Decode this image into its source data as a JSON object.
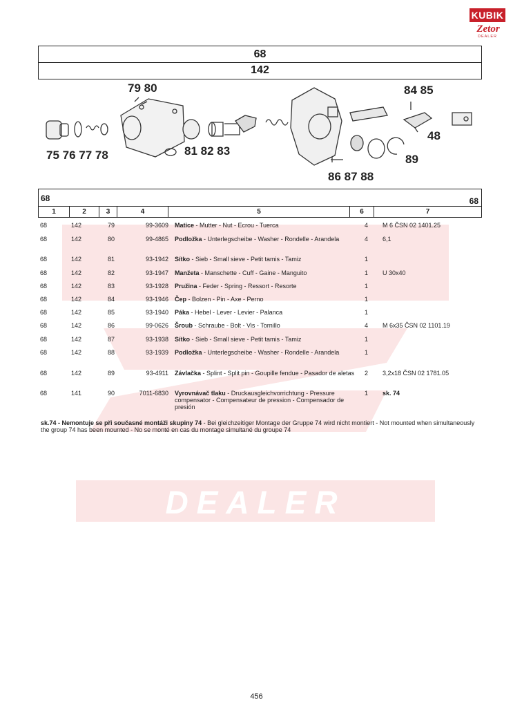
{
  "logo": {
    "brand": "KUBIK",
    "maker": "Zetor",
    "sub": "DEALER"
  },
  "watermark": {
    "text": "DEALER"
  },
  "header": {
    "group": "68",
    "subgroup": "142"
  },
  "diagram": {
    "labels": {
      "p79_80": "79 80",
      "p84_85": "84 85",
      "p48": "48",
      "p75_78": "75 76 77 78",
      "p81_83": "81 82 83",
      "p89": "89",
      "p86_88": "86 87 88"
    }
  },
  "table": {
    "group_left": "68",
    "group_right": "68",
    "columns": [
      "1",
      "2",
      "3",
      "4",
      "5",
      "6",
      "7"
    ],
    "rows": [
      {
        "c1": "68",
        "c2": "142",
        "c3": "79",
        "c4": "99-3609",
        "name": "Matice",
        "desc": " - Mutter - Nut - Ecrou - Tuerca",
        "qty": "4",
        "note": "M 6 ČSN 02 1401.25"
      },
      {
        "c1": "68",
        "c2": "142",
        "c3": "80",
        "c4": "99-4865",
        "name": "Podložka",
        "desc": " - Unterlegscheibe - Washer - Rondelle - Arandela",
        "qty": "4",
        "note": "6,1"
      },
      {
        "c1": "68",
        "c2": "142",
        "c3": "81",
        "c4": "93-1942",
        "name": "Sítko",
        "desc": " - Sieb - Small sieve - Petit tamis - Tamiz",
        "qty": "1",
        "note": ""
      },
      {
        "c1": "68",
        "c2": "142",
        "c3": "82",
        "c4": "93-1947",
        "name": "Manžeta",
        "desc": " - Manschette - Cuff - Gaine - Manguito",
        "qty": "1",
        "note": "U 30x40"
      },
      {
        "c1": "68",
        "c2": "142",
        "c3": "83",
        "c4": "93-1928",
        "name": "Pružina",
        "desc": " - Feder - Spring - Ressort - Resorte",
        "qty": "1",
        "note": ""
      },
      {
        "c1": "68",
        "c2": "142",
        "c3": "84",
        "c4": "93-1946",
        "name": "Čep",
        "desc": " - Bolzen - Pin - Axe - Perno",
        "qty": "1",
        "note": ""
      },
      {
        "c1": "68",
        "c2": "142",
        "c3": "85",
        "c4": "93-1940",
        "name": "Páka",
        "desc": " - Hebel - Lever - Levier - Palanca",
        "qty": "1",
        "note": ""
      },
      {
        "c1": "68",
        "c2": "142",
        "c3": "86",
        "c4": "99-0626",
        "name": "Šroub",
        "desc": " - Schraube - Bolt - Vis - Tornillo",
        "qty": "4",
        "note": "M 6x35 ČSN 02 1101.19"
      },
      {
        "c1": "68",
        "c2": "142",
        "c3": "87",
        "c4": "93-1938",
        "name": "Sítko",
        "desc": " - Sieb - Small sieve - Petit tamis - Tamiz",
        "qty": "1",
        "note": ""
      },
      {
        "c1": "68",
        "c2": "142",
        "c3": "88",
        "c4": "93-1939",
        "name": "Podložka",
        "desc": " - Unterlegscheibe - Washer - Rondelle - Arandela",
        "qty": "1",
        "note": ""
      },
      {
        "c1": "68",
        "c2": "142",
        "c3": "89",
        "c4": "93-4911",
        "name": "Závlačka",
        "desc": " - Splint - Split pin - Goupille fendue - Pasador de aletas",
        "qty": "2",
        "note": "3,2x18 ČSN 02 1781.05"
      },
      {
        "c1": "68",
        "c2": "141",
        "c3": "90",
        "c4": "7011-6830",
        "name": "Vyrovnávač tlaku",
        "desc": " - Druckausgleichvorrichtung - Pressure compensator - Compensateur de pression - Compensador de presión",
        "qty": "1",
        "note": "sk. 74"
      }
    ]
  },
  "footnote": {
    "bold": "sk.74 - Nemontuje se při současné montáži skupiny 74",
    "rest": " - Bei gleichzeitiger Montage der  Gruppe 74 wird nicht montiert - Not mounted when simultaneously the group 74 has been mounted - No se monté en cas du montage simultané du groupe 74"
  },
  "page_number": "456"
}
